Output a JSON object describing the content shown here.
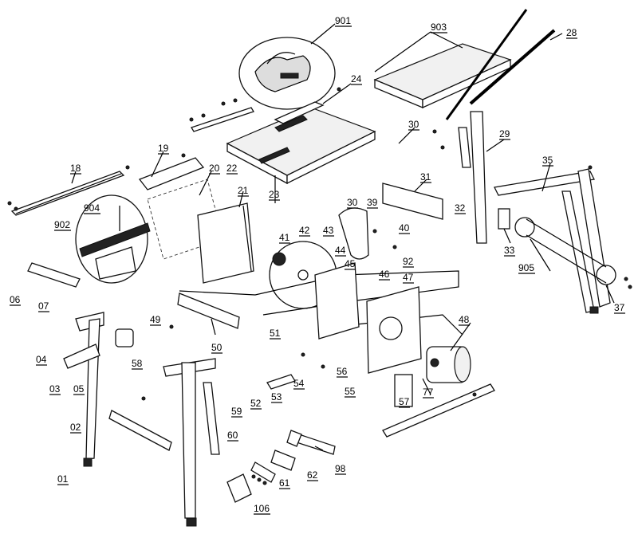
{
  "diagram": {
    "callouts": [
      {
        "id": "c901",
        "text": "901"
      },
      {
        "id": "c903",
        "text": "903"
      },
      {
        "id": "c28",
        "text": "28"
      },
      {
        "id": "c24",
        "text": "24"
      },
      {
        "id": "c30a",
        "text": "30"
      },
      {
        "id": "c29",
        "text": "29"
      },
      {
        "id": "c19",
        "text": "19"
      },
      {
        "id": "c22",
        "text": "22"
      },
      {
        "id": "c20",
        "text": "20"
      },
      {
        "id": "c23",
        "text": "23"
      },
      {
        "id": "c18",
        "text": "18"
      },
      {
        "id": "c21",
        "text": "21"
      },
      {
        "id": "c31",
        "text": "31"
      },
      {
        "id": "c35",
        "text": "35"
      },
      {
        "id": "c904",
        "text": "904"
      },
      {
        "id": "c902",
        "text": "902"
      },
      {
        "id": "c30b",
        "text": "30"
      },
      {
        "id": "c39",
        "text": "39"
      },
      {
        "id": "c32",
        "text": "32"
      },
      {
        "id": "c40",
        "text": "40"
      },
      {
        "id": "c33",
        "text": "33"
      },
      {
        "id": "c41",
        "text": "41"
      },
      {
        "id": "c42",
        "text": "42"
      },
      {
        "id": "c43",
        "text": "43"
      },
      {
        "id": "c905",
        "text": "905"
      },
      {
        "id": "c44",
        "text": "44"
      },
      {
        "id": "c45",
        "text": "45"
      },
      {
        "id": "c92",
        "text": "92"
      },
      {
        "id": "c06",
        "text": "06"
      },
      {
        "id": "c07",
        "text": "07"
      },
      {
        "id": "c46",
        "text": "46"
      },
      {
        "id": "c47",
        "text": "47"
      },
      {
        "id": "c37",
        "text": "37"
      },
      {
        "id": "c49",
        "text": "49"
      },
      {
        "id": "c51",
        "text": "51"
      },
      {
        "id": "c48",
        "text": "48"
      },
      {
        "id": "c50",
        "text": "50"
      },
      {
        "id": "c04",
        "text": "04"
      },
      {
        "id": "c58",
        "text": "58"
      },
      {
        "id": "c03",
        "text": "03"
      },
      {
        "id": "c05",
        "text": "05"
      },
      {
        "id": "c56",
        "text": "56"
      },
      {
        "id": "c54",
        "text": "54"
      },
      {
        "id": "c55",
        "text": "55"
      },
      {
        "id": "c77",
        "text": "77"
      },
      {
        "id": "c57",
        "text": "57"
      },
      {
        "id": "c52",
        "text": "52"
      },
      {
        "id": "c53",
        "text": "53"
      },
      {
        "id": "c59",
        "text": "59"
      },
      {
        "id": "c02",
        "text": "02"
      },
      {
        "id": "c60",
        "text": "60"
      },
      {
        "id": "c98",
        "text": "98"
      },
      {
        "id": "c62",
        "text": "62"
      },
      {
        "id": "c61",
        "text": "61"
      },
      {
        "id": "c01",
        "text": "01"
      },
      {
        "id": "c106",
        "text": "106"
      }
    ]
  }
}
